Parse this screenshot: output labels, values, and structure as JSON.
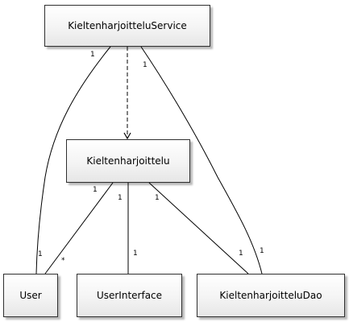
{
  "classes": {
    "service": "KieltenharjoitteluService",
    "core": "Kieltenharjoittelu",
    "user": "User",
    "ui": "UserInterface",
    "dao": "KieltenharjoitteluDao"
  },
  "multiplicities": {
    "service_user": "1",
    "service_dao": "1",
    "user_service": "1",
    "dao_service": "1",
    "core_user": "1",
    "user_core": "*",
    "core_ui": "1",
    "ui_core": "1",
    "core_dao": "1",
    "dao_core": "1"
  },
  "relations": [
    {
      "from": "KieltenharjoitteluService",
      "to": "Kieltenharjoittelu",
      "type": "dependency"
    },
    {
      "from": "KieltenharjoitteluService",
      "to": "User",
      "type": "association"
    },
    {
      "from": "KieltenharjoitteluService",
      "to": "KieltenharjoitteluDao",
      "type": "association"
    },
    {
      "from": "Kieltenharjoittelu",
      "to": "User",
      "type": "association"
    },
    {
      "from": "Kieltenharjoittelu",
      "to": "UserInterface",
      "type": "association"
    },
    {
      "from": "Kieltenharjoittelu",
      "to": "KieltenharjoitteluDao",
      "type": "association"
    }
  ]
}
